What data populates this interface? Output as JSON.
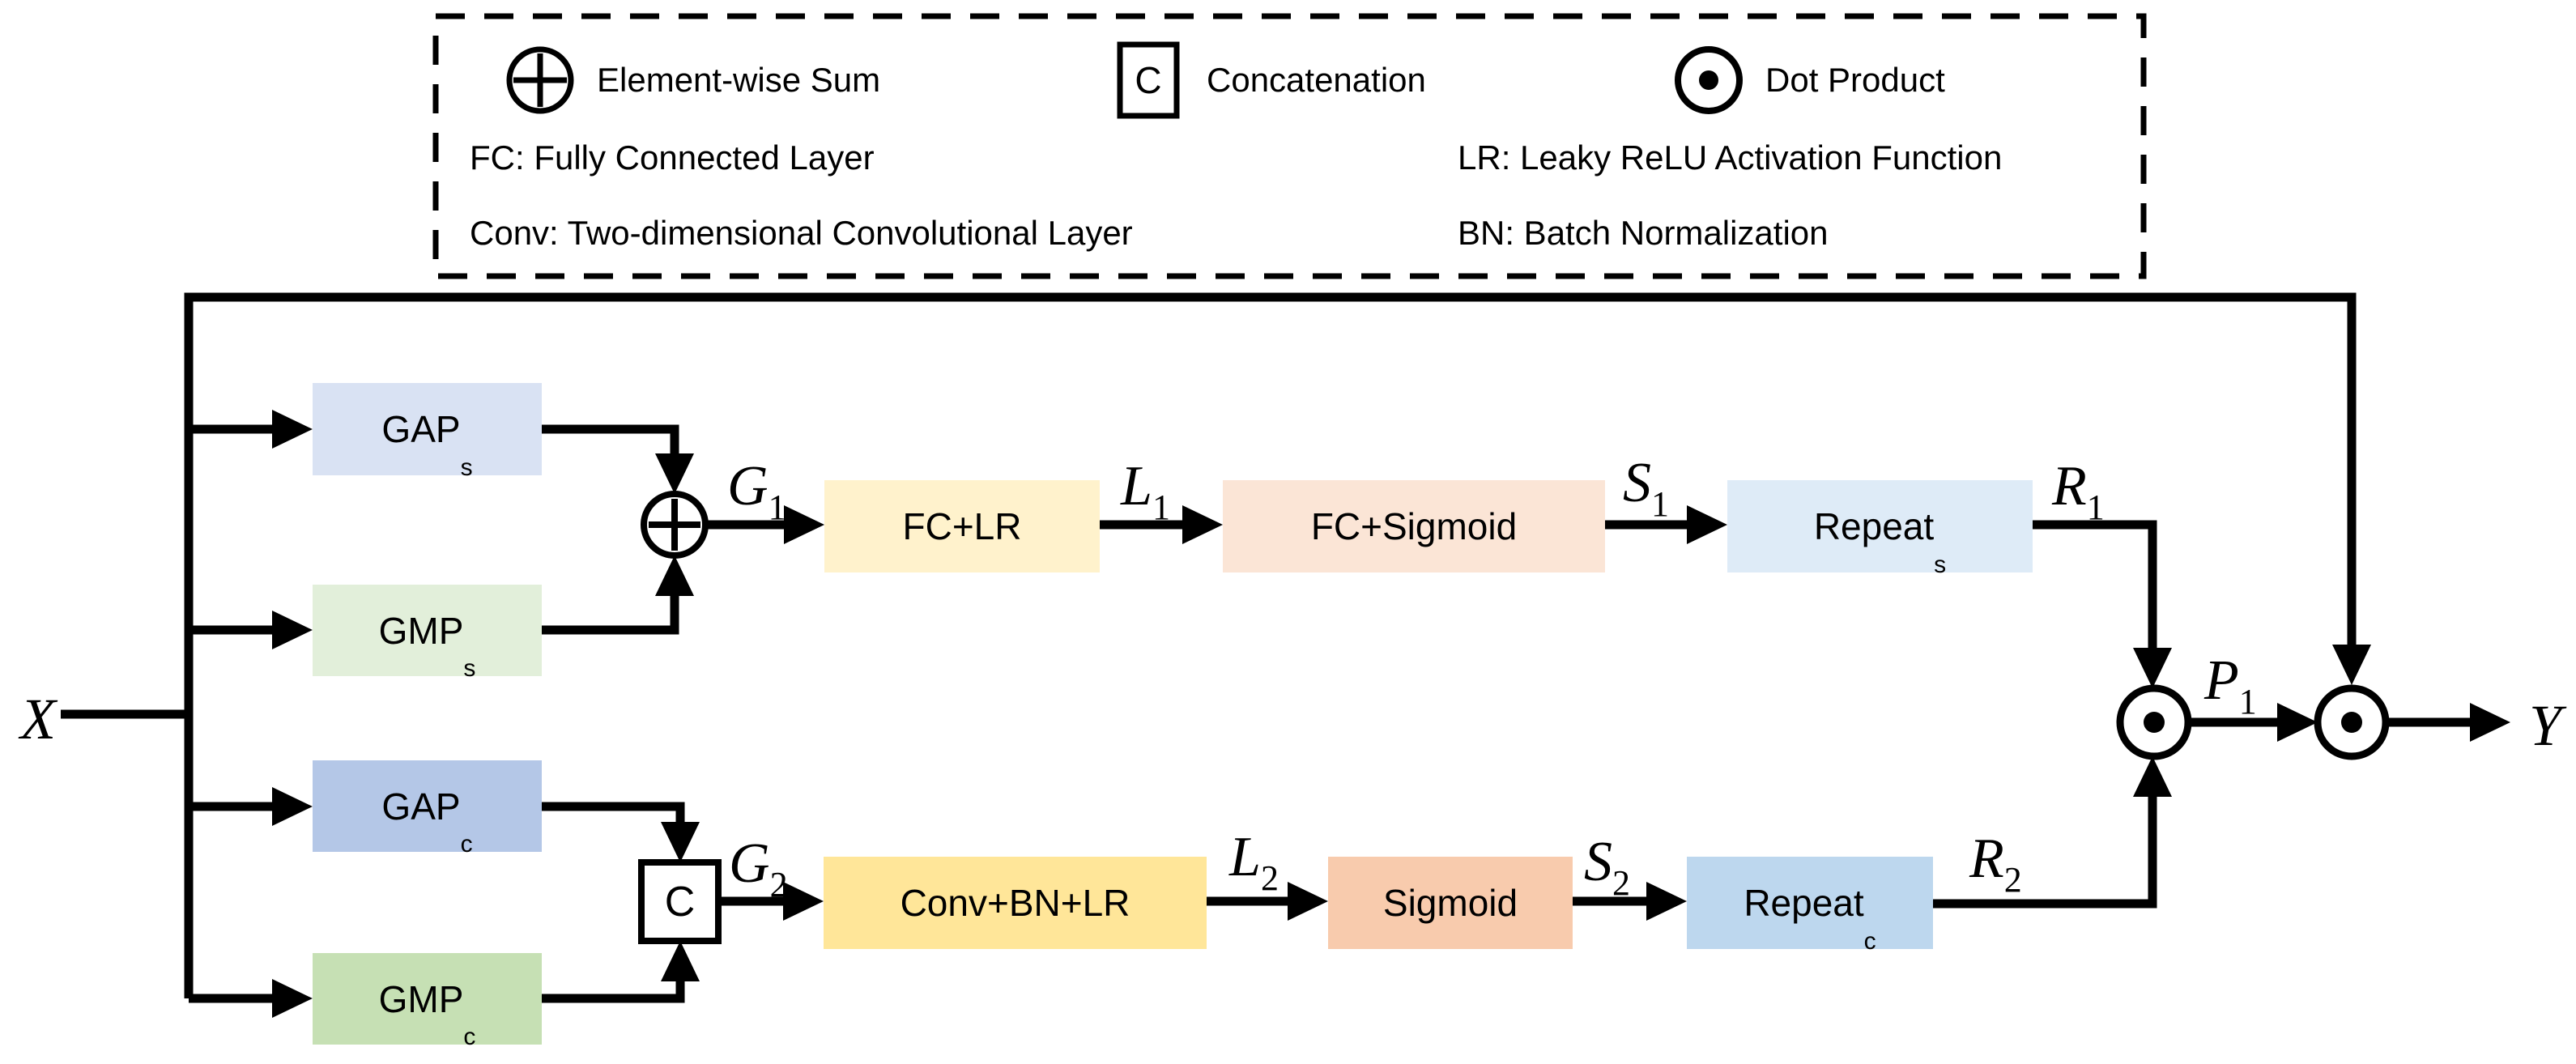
{
  "legend": {
    "symbols": [
      {
        "glyph": "plus-circle",
        "label": "Element-wise Sum"
      },
      {
        "glyph": "C",
        "label": "Concatenation"
      },
      {
        "glyph": "dot-circle",
        "label": "Dot Product"
      }
    ],
    "concat_glyph": "C",
    "abbreviations": [
      "FC: Fully Connected Layer",
      "LR: Leaky ReLU Activation Function",
      "Conv: Two-dimensional Convolutional Layer",
      "BN: Batch Normalization"
    ]
  },
  "blocks": {
    "gap_s": {
      "text": "GAP",
      "sub": "s",
      "color": "#d9e2f3"
    },
    "gmp_s": {
      "text": "GMP",
      "sub": "s",
      "color": "#e2efda"
    },
    "fc_lr": {
      "text": "FC+LR",
      "color": "#fff2cc"
    },
    "fc_sigmoid": {
      "text": "FC+Sigmoid",
      "color": "#fbe5d6"
    },
    "repeat_s": {
      "text": "Repeat",
      "sub": "s",
      "color": "#deebf7"
    },
    "gap_c": {
      "text": "GAP",
      "sub": "c",
      "color": "#b4c7e7"
    },
    "gmp_c": {
      "text": "GMP",
      "sub": "c",
      "color": "#c6e0b4"
    },
    "conv_bn_lr": {
      "text": "Conv+BN+LR",
      "color": "#ffe699"
    },
    "sigmoid": {
      "text": "Sigmoid",
      "color": "#f8cbad"
    },
    "repeat_c": {
      "text": "Repeat",
      "sub": "c",
      "color": "#bdd7ee"
    },
    "concat": {
      "text": "C"
    }
  },
  "signals": {
    "input": "X",
    "output": "Y",
    "g1": {
      "main": "G",
      "sub": "1"
    },
    "l1": {
      "main": "L",
      "sub": "1"
    },
    "s1": {
      "main": "S",
      "sub": "1"
    },
    "r1": {
      "main": "R",
      "sub": "1"
    },
    "p1": {
      "main": "P",
      "sub": "1"
    },
    "g2": {
      "main": "G",
      "sub": "2"
    },
    "l2": {
      "main": "L",
      "sub": "2"
    },
    "s2": {
      "main": "S",
      "sub": "2"
    },
    "r2": {
      "main": "R",
      "sub": "2"
    }
  },
  "colors": {
    "line": "#000000",
    "background": "#ffffff"
  }
}
